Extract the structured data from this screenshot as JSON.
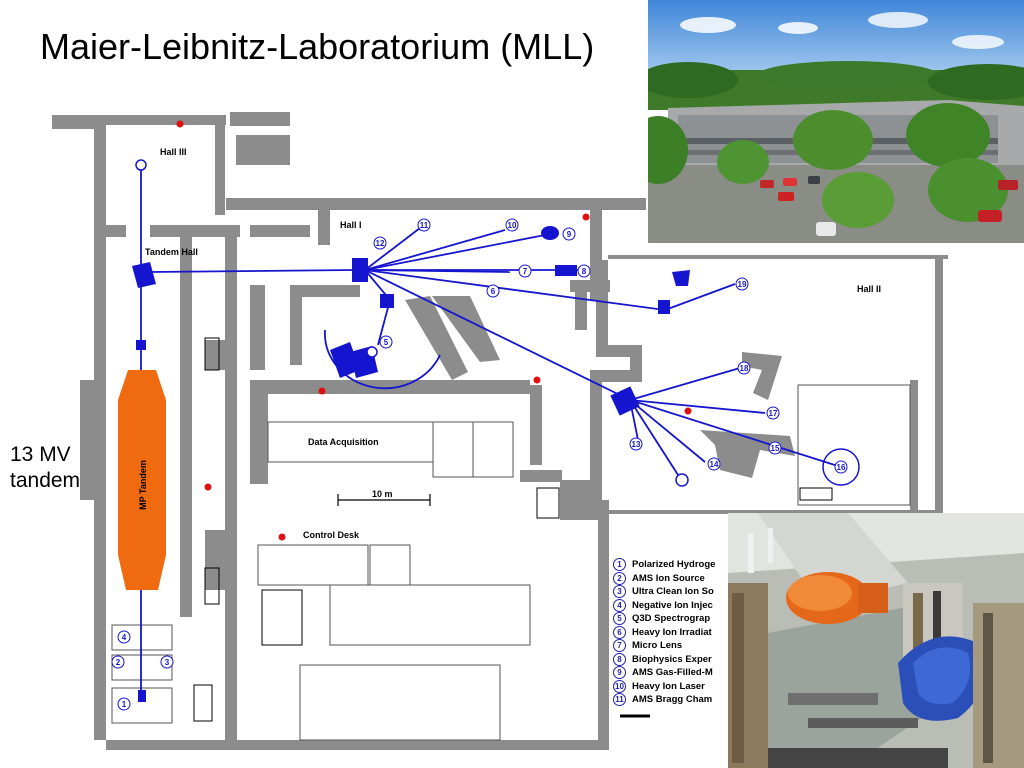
{
  "title": "Maier-Leibnitz-Laboratorium (MLL)",
  "side_label": {
    "line1": "13 MV",
    "line2": "tandem"
  },
  "plan": {
    "hall_iii": "Hall III",
    "tandem_hall": "Tandem Hall",
    "hall_i": "Hall I",
    "hall_ii": "Hall II",
    "data_acquisition": "Data Acquisition",
    "control_desk": "Control Desk",
    "scale_label": "10 m",
    "tandem_label": "MP Tandem",
    "numbers": {
      "n1": "1",
      "n2": "2",
      "n3": "3",
      "n4": "4",
      "n5": "5",
      "n6": "6",
      "n7": "7",
      "n8": "8",
      "n9": "9",
      "n10": "10",
      "n11": "11",
      "n12": "12",
      "n13": "13",
      "n14": "14",
      "n15": "15",
      "n16": "16",
      "n17": "17",
      "n18": "18",
      "n19": "19"
    }
  },
  "legend": [
    {
      "num": "1",
      "label": "Polarized Hydroge"
    },
    {
      "num": "2",
      "label": "AMS Ion Source"
    },
    {
      "num": "3",
      "label": "Ultra Clean Ion So"
    },
    {
      "num": "4",
      "label": "Negative Ion Injec"
    },
    {
      "num": "5",
      "label": "Q3D Spectrograp"
    },
    {
      "num": "6",
      "label": "Heavy Ion Irradiat"
    },
    {
      "num": "7",
      "label": "Micro Lens"
    },
    {
      "num": "8",
      "label": "Biophysics Exper"
    },
    {
      "num": "9",
      "label": "AMS Gas-Filled-M"
    },
    {
      "num": "10",
      "label": "Heavy Ion Laser"
    },
    {
      "num": "11",
      "label": "AMS Bragg Cham"
    }
  ],
  "colors": {
    "wall": "#8c8c8c",
    "beamline": "#1515d0",
    "tandem": "#f06a10",
    "marker": "#e01010"
  }
}
